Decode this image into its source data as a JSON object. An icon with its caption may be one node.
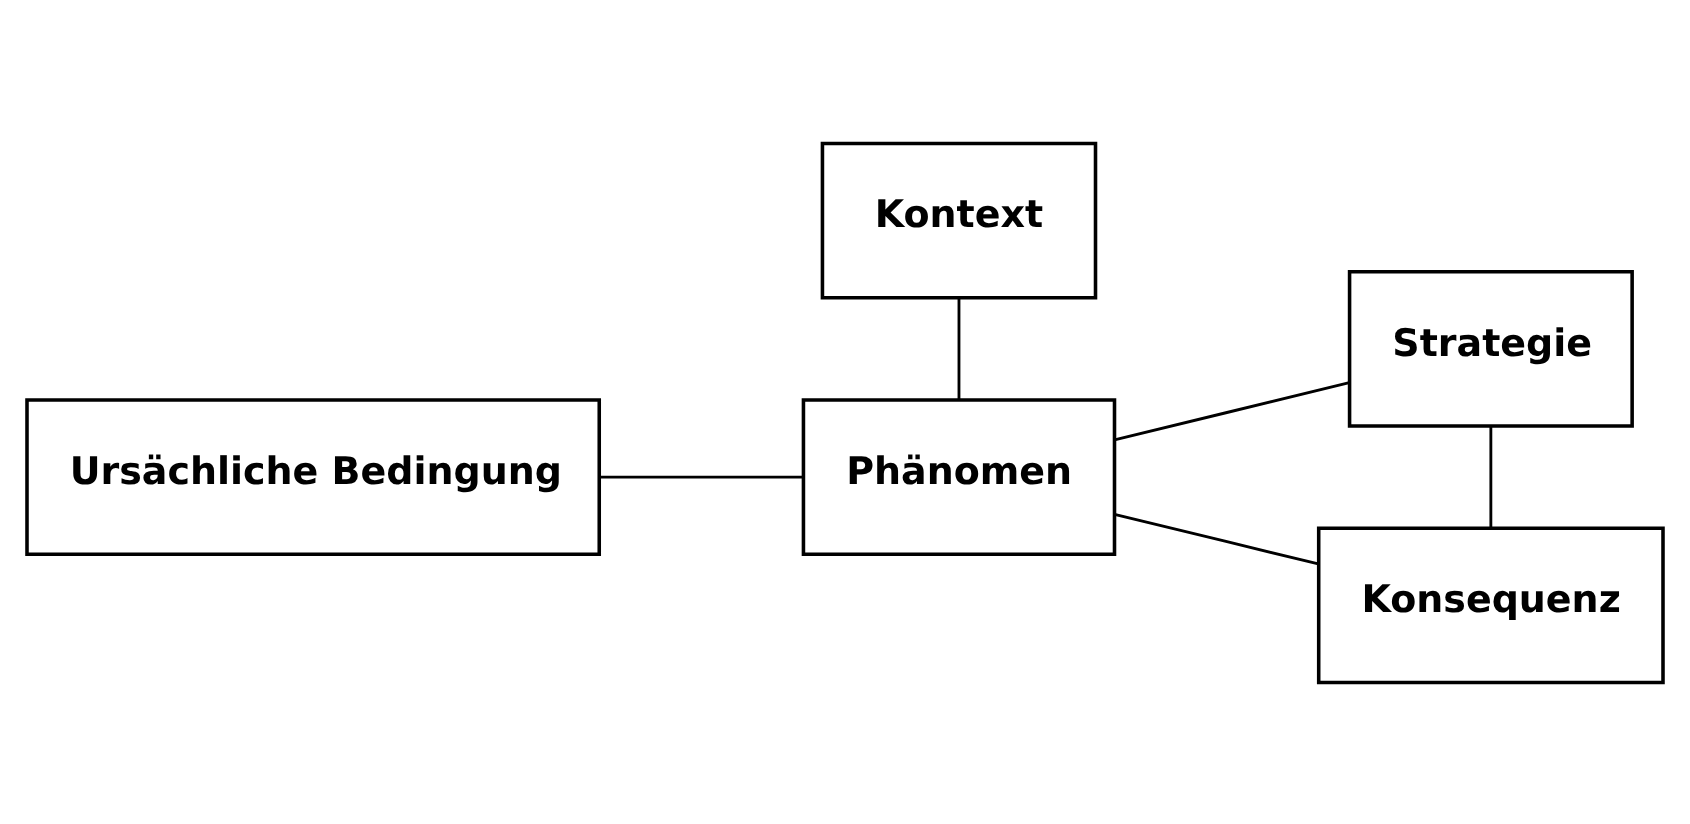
{
  "diagram": {
    "nodes": [
      {
        "text": [
          "Kontext"
        ]
      },
      {
        "text": [
          "Strategie"
        ]
      },
      {
        "text": [
          "Ursächliche Bedingung"
        ]
      },
      {
        "text": [
          "Phänomen"
        ]
      },
      {
        "text": [
          "Konsequenz"
        ]
      }
    ],
    "edges": [
      {
        "from": 0,
        "to": 3,
        "arrow": "none"
      },
      {
        "from": 2,
        "to": 3,
        "arrow": "none"
      },
      {
        "from": 3,
        "to": 1,
        "arrow": "none"
      },
      {
        "from": 3,
        "to": 4,
        "arrow": "none"
      },
      {
        "from": 1,
        "to": 4,
        "arrow": "none"
      }
    ]
  }
}
